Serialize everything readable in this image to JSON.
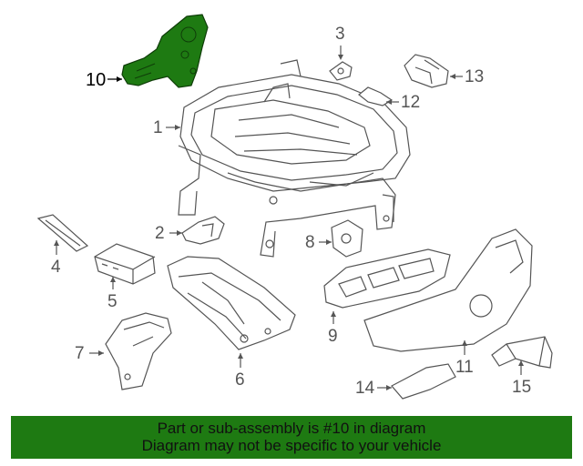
{
  "diagram": {
    "highlight_color": "#1e7a12",
    "callouts": [
      {
        "id": "10",
        "label": "10",
        "highlighted": true
      },
      {
        "id": "1",
        "label": "1"
      },
      {
        "id": "2",
        "label": "2"
      },
      {
        "id": "3",
        "label": "3"
      },
      {
        "id": "4",
        "label": "4"
      },
      {
        "id": "5",
        "label": "5"
      },
      {
        "id": "6",
        "label": "6"
      },
      {
        "id": "7",
        "label": "7"
      },
      {
        "id": "8",
        "label": "8"
      },
      {
        "id": "9",
        "label": "9"
      },
      {
        "id": "11",
        "label": "11"
      },
      {
        "id": "12",
        "label": "12"
      },
      {
        "id": "13",
        "label": "13"
      },
      {
        "id": "14",
        "label": "14"
      },
      {
        "id": "15",
        "label": "15"
      }
    ]
  },
  "banner": {
    "line1": "Part or sub-assembly is #10 in diagram",
    "line2": "Diagram may not be specific to your vehicle",
    "background": "#1e7a12"
  }
}
